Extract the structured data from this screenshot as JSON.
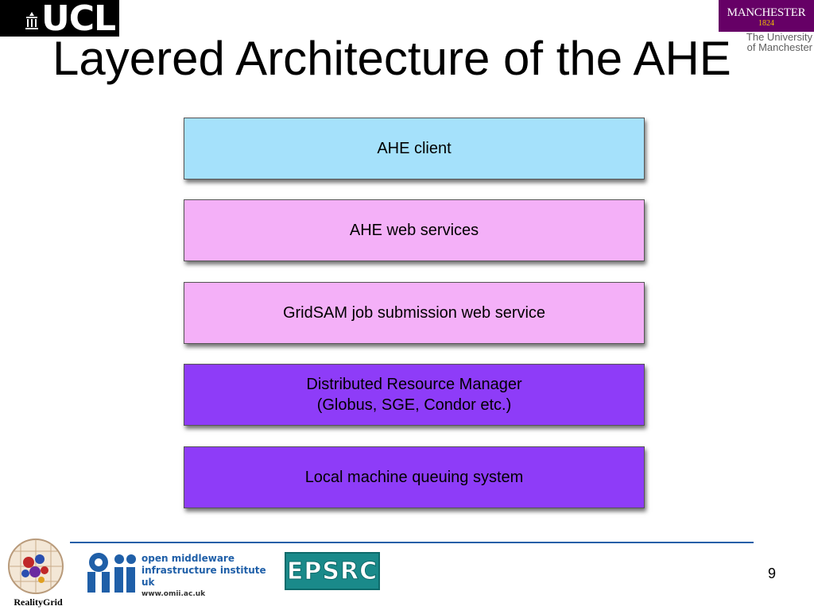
{
  "slide": {
    "title": "Layered Architecture of the AHE",
    "page_number": "9"
  },
  "header": {
    "ucl_logo_text": "UCL",
    "manchester": {
      "name": "MANCHESTER",
      "year": "1824",
      "subtitle_line1": "The University",
      "subtitle_line2": "of Manchester",
      "brand_color": "#660066"
    }
  },
  "layers": [
    {
      "lines": [
        "AHE client"
      ],
      "color": "#a5e1fb"
    },
    {
      "lines": [
        "AHE web services"
      ],
      "color": "#f4b0f8"
    },
    {
      "lines": [
        "GridSAM job submission web service"
      ],
      "color": "#f4b0f8"
    },
    {
      "lines": [
        "Distributed Resource Manager",
        "(Globus, SGE, Condor etc.)"
      ],
      "color": "#8e3cf8"
    },
    {
      "lines": [
        "Local machine queuing system"
      ],
      "color": "#8e3cf8"
    }
  ],
  "footer": {
    "realitygrid_label": "RealityGrid",
    "omii": {
      "line1": "open middleware",
      "line2": "infrastructure institute uk",
      "url": "www.omii.ac.uk"
    },
    "epsrc_label": "EPSRC",
    "rule_color": "#1f5fa8"
  }
}
